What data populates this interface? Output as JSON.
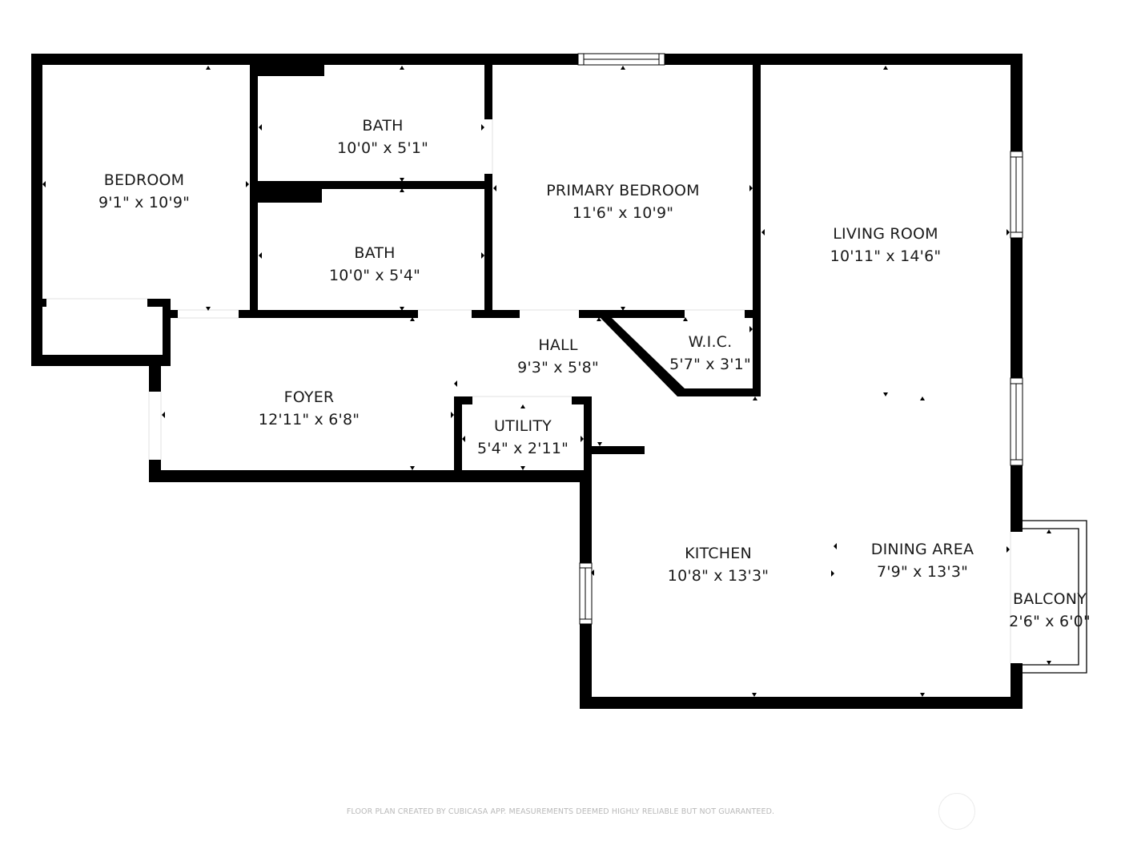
{
  "floor_plan": {
    "rooms": [
      {
        "id": "bedroom",
        "name": "BEDROOM",
        "dims": "9'1\" x 10'9\""
      },
      {
        "id": "bath-1",
        "name": "BATH",
        "dims": "10'0\" x 5'1\""
      },
      {
        "id": "bath-2",
        "name": "BATH",
        "dims": "10'0\" x 5'4\""
      },
      {
        "id": "primary-bedroom",
        "name": "PRIMARY BEDROOM",
        "dims": "11'6\" x 10'9\""
      },
      {
        "id": "living-room",
        "name": "LIVING ROOM",
        "dims": "10'11\" x 14'6\""
      },
      {
        "id": "hall",
        "name": "HALL",
        "dims": "9'3\" x 5'8\""
      },
      {
        "id": "wic",
        "name": "W.I.C.",
        "dims": "5'7\" x 3'1\""
      },
      {
        "id": "foyer",
        "name": "FOYER",
        "dims": "12'11\" x 6'8\""
      },
      {
        "id": "utility",
        "name": "UTILITY",
        "dims": "5'4\" x 2'11\""
      },
      {
        "id": "kitchen",
        "name": "KITCHEN",
        "dims": "10'8\" x 13'3\""
      },
      {
        "id": "dining-area",
        "name": "DINING AREA",
        "dims": "7'9\" x 13'3\""
      },
      {
        "id": "balcony",
        "name": "BALCONY",
        "dims": "2'6\" x 6'0\""
      }
    ],
    "colors": {
      "wall": "#000000",
      "background": "#ffffff",
      "label_text": "#1a1a1a",
      "footer_text": "#b9b9b9"
    }
  },
  "footer": {
    "disclaimer": "FLOOR PLAN CREATED BY CUBICASA APP. MEASUREMENTS DEEMED HIGHLY RELIABLE BUT NOT GUARANTEED."
  }
}
